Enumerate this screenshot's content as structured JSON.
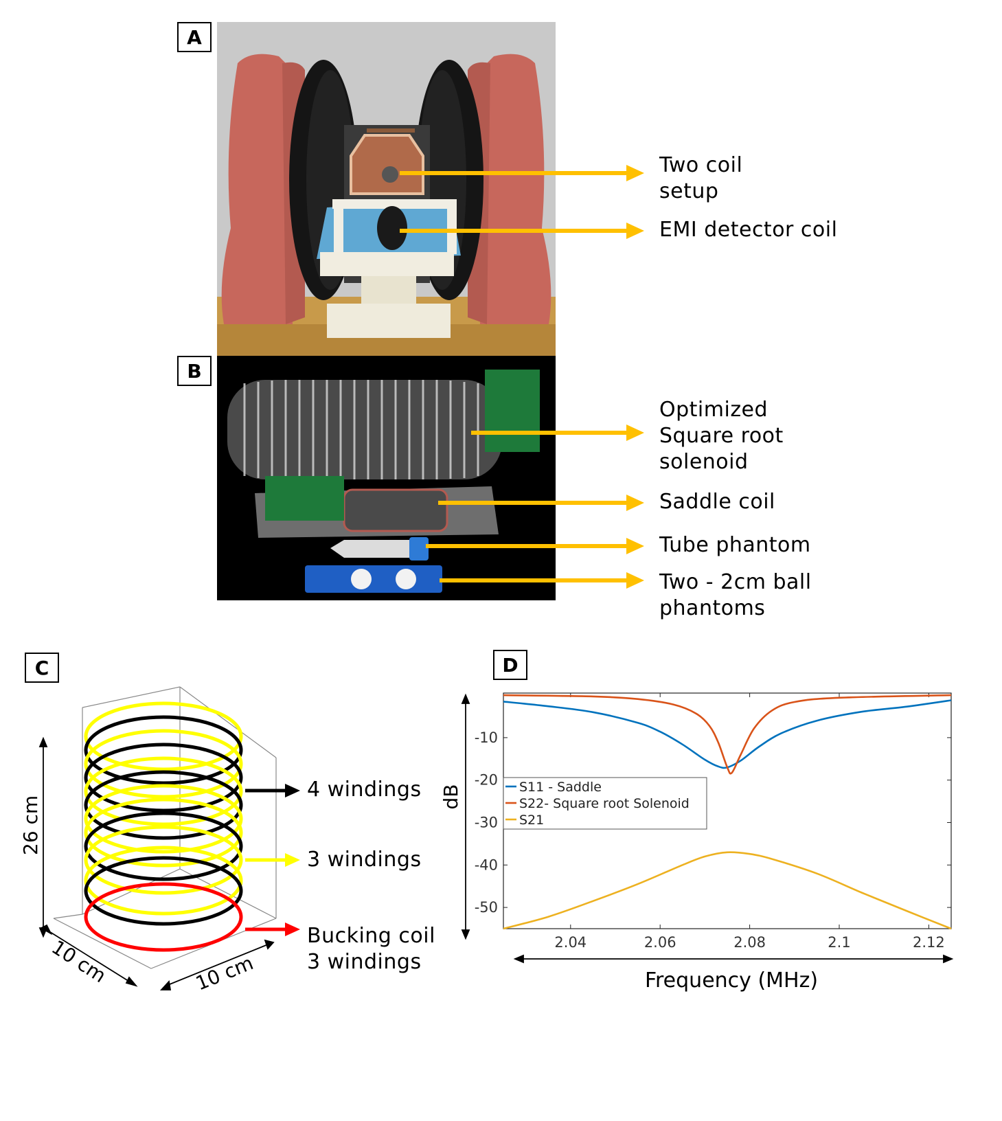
{
  "panels": {
    "a": {
      "label": "A",
      "callouts": [
        {
          "lines": [
            "Two coil",
            "setup"
          ]
        },
        {
          "lines": [
            "EMI detector coil"
          ]
        }
      ]
    },
    "b": {
      "label": "B",
      "callouts": [
        {
          "lines": [
            "Optimized",
            "Square root",
            "solenoid"
          ]
        },
        {
          "lines": [
            "Saddle coil"
          ]
        },
        {
          "lines": [
            "Tube phantom"
          ]
        },
        {
          "lines": [
            "Two - 2cm ball",
            "phantoms"
          ]
        }
      ]
    },
    "c": {
      "label": "C",
      "dim_height": "26 cm",
      "dim_left": "10 cm",
      "dim_right": "10 cm",
      "callouts": [
        {
          "lines": [
            "4 windings"
          ],
          "color": "#000000"
        },
        {
          "lines": [
            "3 windings"
          ],
          "color": "#ffff00"
        },
        {
          "lines": [
            "Bucking coil",
            "3 windings"
          ],
          "color": "#ff0000"
        }
      ]
    },
    "d": {
      "label": "D"
    }
  },
  "colors": {
    "arrow_gold": "#ffc000",
    "coil_yellow": "#ffff00",
    "coil_black": "#000000",
    "coil_red": "#ff0000",
    "magnet_pink": "#c7675c",
    "bench_wood": "#c89a4a"
  },
  "chart_data": {
    "type": "line",
    "xlabel": "Frequency (MHz)",
    "ylabel": "dB",
    "xlim": [
      2.025,
      2.125
    ],
    "ylim": [
      -55,
      0.5
    ],
    "xticks": [
      "2.04",
      "2.06",
      "2.08",
      "2.1",
      "2.12"
    ],
    "xtick_values": [
      2.04,
      2.06,
      2.08,
      2.1,
      2.12
    ],
    "yticks": [
      "-10",
      "-20",
      "-30",
      "-40",
      "-50"
    ],
    "ytick_values": [
      -10,
      -20,
      -30,
      -40,
      -50
    ],
    "legend_position": "middle-left",
    "series": [
      {
        "name": "S11 - Saddle",
        "color": "#0072bd",
        "x": [
          2.025,
          2.035,
          2.045,
          2.055,
          2.06,
          2.065,
          2.07,
          2.073,
          2.075,
          2.078,
          2.082,
          2.087,
          2.095,
          2.105,
          2.115,
          2.125
        ],
        "y": [
          -1.5,
          -2.6,
          -4.0,
          -6.5,
          -8.6,
          -11.6,
          -15.2,
          -16.8,
          -17.0,
          -15.4,
          -12.2,
          -9.0,
          -6.0,
          -3.9,
          -2.7,
          -1.2
        ]
      },
      {
        "name": "S22- Square root Solenoid",
        "color": "#d95319",
        "x": [
          2.025,
          2.045,
          2.055,
          2.063,
          2.068,
          2.071,
          2.073,
          2.075,
          2.076,
          2.078,
          2.081,
          2.085,
          2.09,
          2.1,
          2.125
        ],
        "y": [
          0.0,
          -0.3,
          -0.9,
          -2.2,
          -4.3,
          -7.2,
          -11.2,
          -17.0,
          -18.3,
          -14.0,
          -7.8,
          -3.6,
          -1.6,
          -0.6,
          0.0
        ]
      },
      {
        "name": "S21",
        "color": "#edb120",
        "x": [
          2.025,
          2.035,
          2.045,
          2.055,
          2.065,
          2.07,
          2.075,
          2.08,
          2.085,
          2.095,
          2.105,
          2.115,
          2.125
        ],
        "y": [
          -55,
          -52.2,
          -48.5,
          -44.5,
          -40.0,
          -38.0,
          -37.0,
          -37.4,
          -38.6,
          -42.0,
          -46.5,
          -50.8,
          -55
        ]
      }
    ]
  }
}
